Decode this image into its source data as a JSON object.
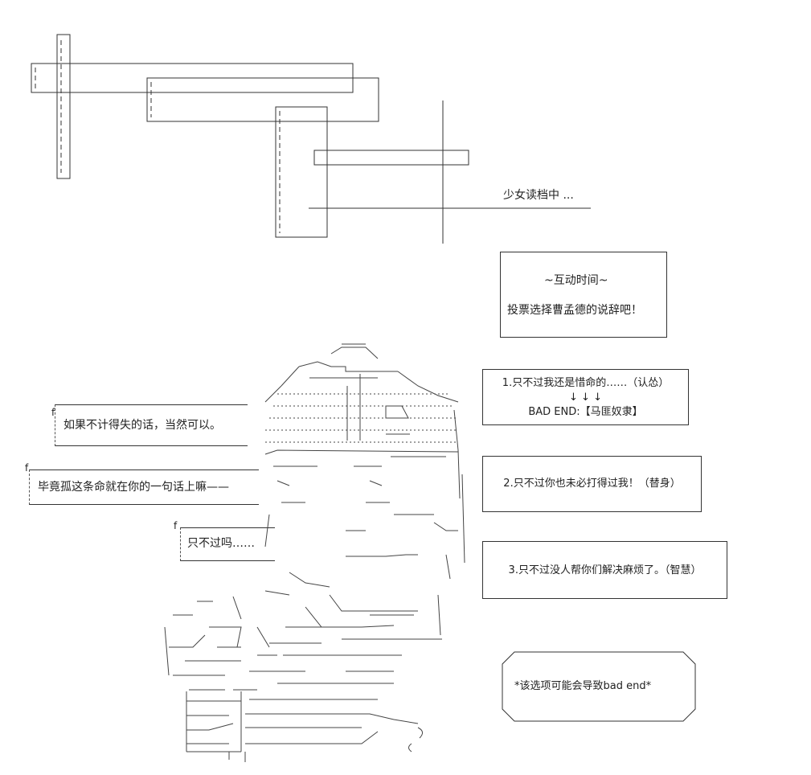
{
  "title_banner": {
    "text": "少女读档中 ..."
  },
  "interaction": {
    "heading": "~互动时间~",
    "prompt": "投票选择曹孟德的说辞吧！"
  },
  "dialogue": {
    "line1": "如果不计得失的话，当然可以。",
    "line2": "毕竟孤这条命就在你的一句话上嘛——",
    "line3": "只不过吗……"
  },
  "options": [
    {
      "label": "1.只不过我还是惜命的……（认怂）",
      "arrows": "↓ ↓ ↓",
      "ending": "BAD END:【马匪奴隶】"
    },
    {
      "label": "2.只不过你也未必打得过我！（替身）"
    },
    {
      "label": "3.只不过没人帮你们解决麻烦了。（智慧）"
    }
  ],
  "warning": {
    "text": "*该选项可能会导致bad end*"
  }
}
